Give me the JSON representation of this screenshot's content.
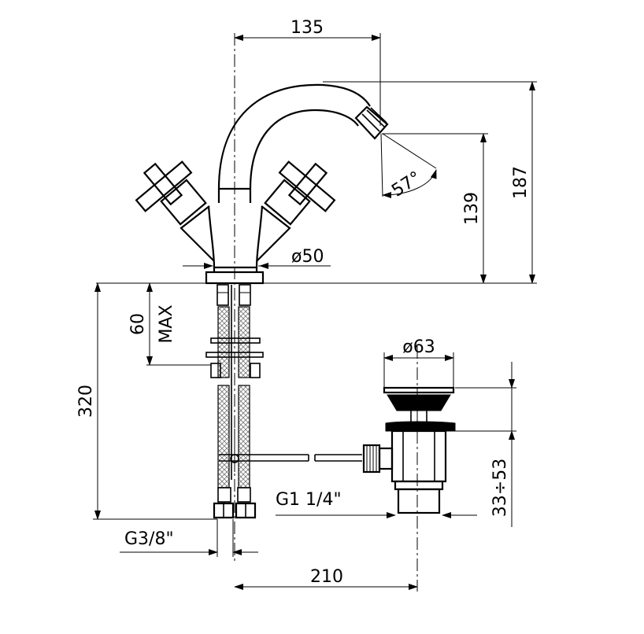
{
  "dimensions": {
    "spout_reach": "135",
    "total_height": "187",
    "spout_height": "139",
    "spray_angle": "57°",
    "base_diameter": "ø50",
    "max_deck_thickness_value": "60",
    "max_deck_thickness_label": "MAX",
    "hose_length": "320",
    "waste_diameter": "ø63",
    "waste_thread": "G1 1/4\"",
    "waste_adjust": "33÷53",
    "hose_thread": "G3/8\"",
    "tap_to_waste": "210"
  },
  "colors": {
    "line": "#000000",
    "background": "#ffffff"
  }
}
